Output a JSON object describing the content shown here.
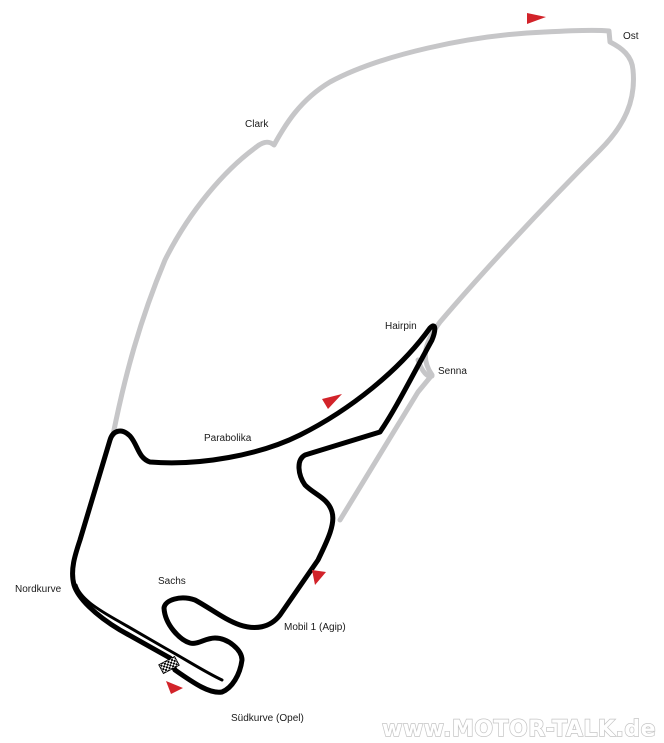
{
  "corners": [
    {
      "id": "ost",
      "label": "Ost"
    },
    {
      "id": "clark",
      "label": "Clark"
    },
    {
      "id": "hairpin",
      "label": "Hairpin"
    },
    {
      "id": "senna",
      "label": "Senna"
    },
    {
      "id": "parabolika",
      "label": "Parabolika"
    },
    {
      "id": "sachs",
      "label": "Sachs"
    },
    {
      "id": "nordkurve",
      "label": "Nordkurve"
    },
    {
      "id": "mobil1",
      "label": "Mobil 1 (Agip)"
    },
    {
      "id": "suedkurve",
      "label": "Südkurve (Opel)"
    }
  ],
  "watermark": "www.MOTOR-TALK.de",
  "colors": {
    "current_track": "#000000",
    "old_track": "#c6c6c8",
    "direction_arrow": "#d2232a",
    "label_text": "#1a1a1a"
  },
  "icons": {
    "direction": "triangle-flag",
    "start_finish": "checkered-flag"
  }
}
